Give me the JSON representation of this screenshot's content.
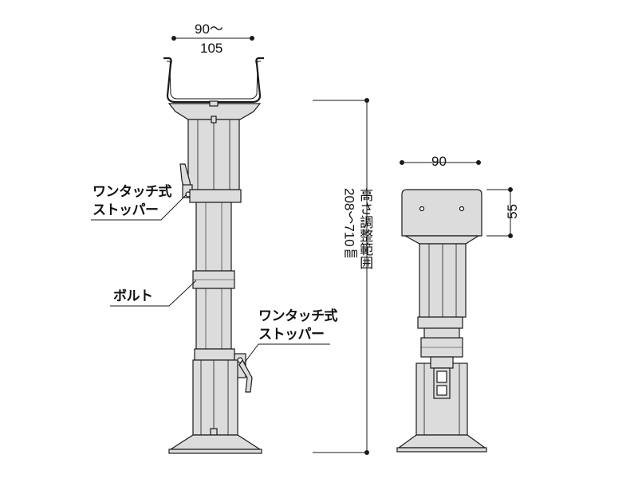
{
  "callouts": {
    "stopper_top_line1": "ワンタッチ式",
    "stopper_top_line2": "ストッパー",
    "bolt": "ボルト",
    "stopper_bottom_line1": "ワンタッチ式",
    "stopper_bottom_line2": "ストッパー"
  },
  "dimensions": {
    "saddle_width_line1": "90～",
    "saddle_width_line2": "105",
    "height_label": "高さ調整範囲",
    "height_range": "208～710㎜",
    "side_width": "90",
    "side_height": "55"
  },
  "colors": {
    "body_fill": "#dcdcdc",
    "line": "#1a1a1a",
    "background": "#ffffff"
  }
}
